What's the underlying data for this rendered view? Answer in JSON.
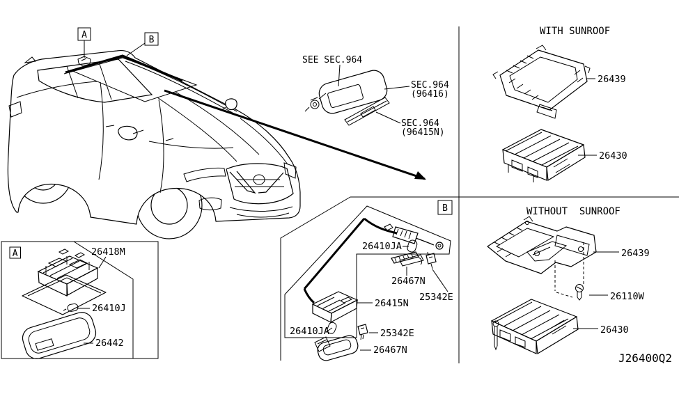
{
  "colors": {
    "line": "#000000",
    "background": "#ffffff"
  },
  "code_label": "J26400Q2",
  "vehicle": {
    "callout_a": "A",
    "callout_b": "B"
  },
  "visor": {
    "see_label": "SEE SEC.964",
    "callout_96416_line1": "SEC.964",
    "callout_96416_line2": "(96416)",
    "callout_96415n_line1": "SEC.964",
    "callout_96415n_line2": "(96415N)"
  },
  "with_sunroof": {
    "title": "WITH SUNROOF",
    "frame_part": "26439",
    "console_part": "26430"
  },
  "without_sunroof": {
    "title": "WITHOUT  SUNROOF",
    "frame_part": "26439",
    "screw_part": "26110W",
    "console_part": "26430"
  },
  "detail_a": {
    "callout": "A",
    "housing_part": "26418M",
    "bulb_part": "26410J",
    "lens_part": "26442"
  },
  "detail_b": {
    "callout": "B",
    "bulb_top_part": "26410JA",
    "lamp_right_part": "26467N",
    "clip_right_part": "25342E",
    "harness_part": "26415N",
    "bulb_bottom_part": "26410JA",
    "clip_bottom_part": "25342E",
    "lamp_bottom_part": "26467N"
  }
}
